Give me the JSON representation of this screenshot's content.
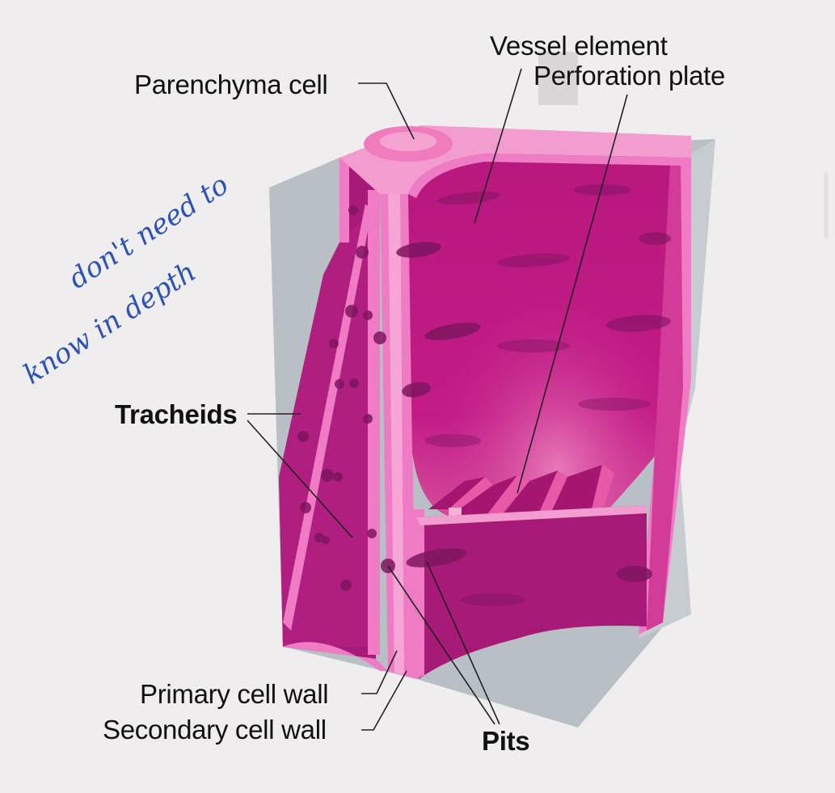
{
  "labels": {
    "parenchyma_cell": "Parenchyma cell",
    "vessel_element": "Vessel element",
    "perforation_plate": "Perforation plate",
    "tracheids": "Tracheids",
    "primary_cell_wall": "Primary cell wall",
    "secondary_cell_wall": "Secondary cell wall",
    "pits": "Pits"
  },
  "annotation": {
    "line1": "don't need to",
    "line2": "know in depth"
  },
  "colors": {
    "background": "#f0edee",
    "cell_magenta": "#c01a82",
    "cell_dark": "#9c1470",
    "wall_pink": "#ee7bc4",
    "block_gray": "#b9c0c5",
    "pit_color": "#7e1660",
    "annotation_ink": "#2a52b8"
  }
}
